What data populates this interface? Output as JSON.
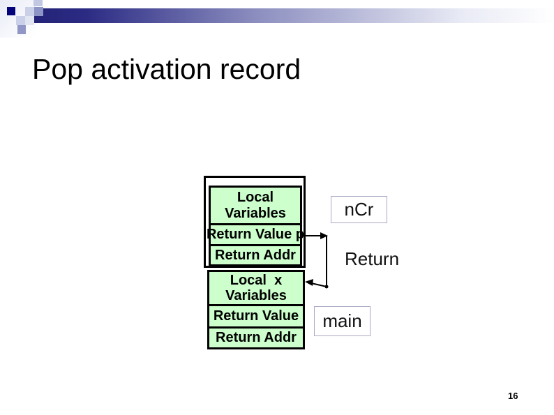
{
  "slide": {
    "title": "Pop activation record",
    "page_number": "16"
  },
  "stack": {
    "top_record": {
      "local_vars": "Local\nVariables",
      "return_value": "Return Value p",
      "return_addr": "Return Addr"
    },
    "bottom_record": {
      "local_vars": "Local  x\nVariables",
      "return_value": "Return Value",
      "return_addr": "Return Addr"
    }
  },
  "annotations": {
    "ncr_label": "nCr",
    "return_label": "Return",
    "main_label": "main"
  },
  "colors": {
    "accent_navy": "#232378",
    "record_fill": "#ccffcc",
    "record_border": "#000000",
    "label_box_border": "#a9a9c5"
  }
}
